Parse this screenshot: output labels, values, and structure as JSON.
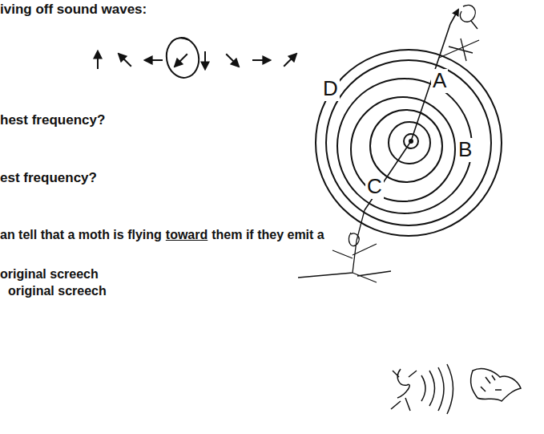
{
  "diagram": {
    "labels": [
      "iving off sound waves:",
      "D",
      "A",
      "B",
      "C",
      "hest frequency?",
      "est frequency?",
      "an tell that a moth is flying",
      "toward",
      "them if they emit a",
      "original screech",
      "original screech"
    ]
  }
}
